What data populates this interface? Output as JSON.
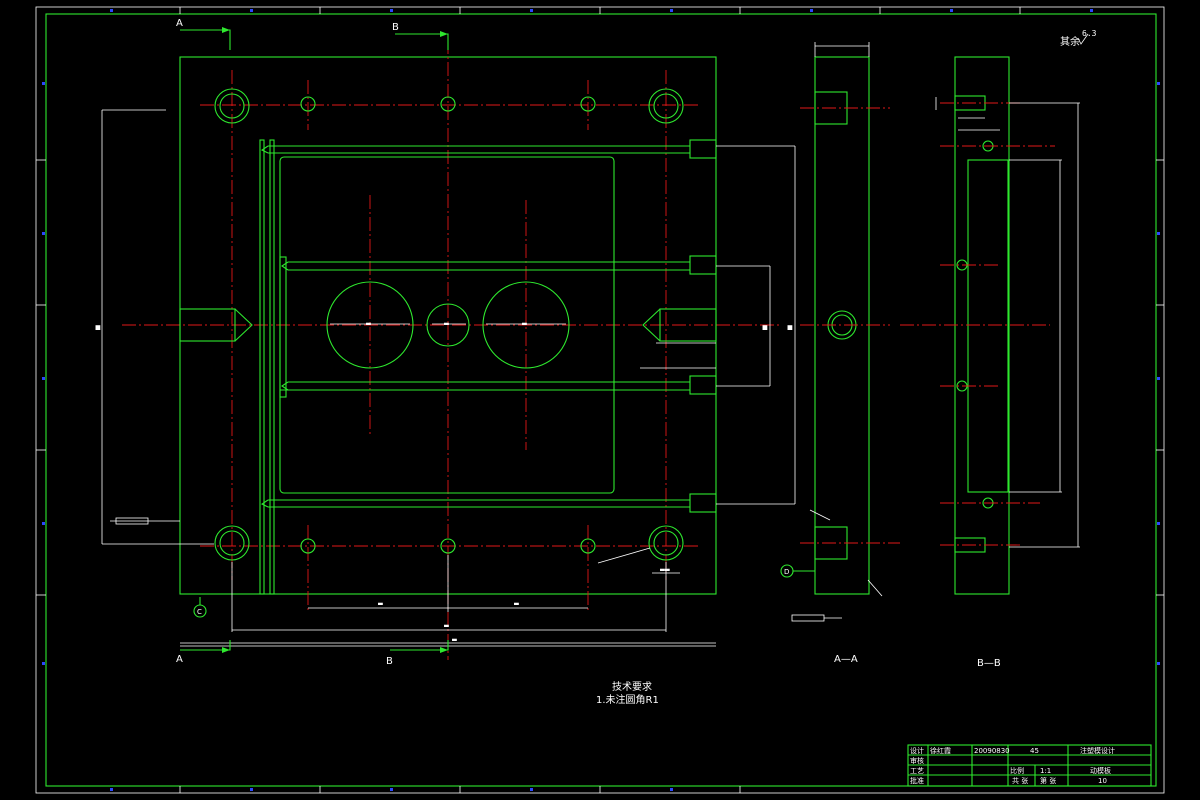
{
  "drawing": {
    "section_a_label": "A",
    "section_b_label": "B",
    "section_c_label": "C",
    "section_d_label": "D",
    "view_a_label": "A—A",
    "view_b_label": "B—B",
    "roughness_note": "其余",
    "roughness_value": "6.3",
    "notes_title": "技术要求",
    "notes_line1": "1.未注圆角R1"
  },
  "title_block": {
    "row1": [
      "设计",
      "徐红霞",
      "20090830",
      "45",
      "注塑模设计"
    ],
    "row2": [
      "审核",
      "",
      "",
      "",
      ""
    ],
    "row3": [
      "工艺",
      "",
      "比例",
      "1:1",
      "动模板"
    ],
    "row4": [
      "批准",
      "",
      "共 张",
      "第 张",
      "10"
    ]
  },
  "colors": {
    "outline": "#2ee82e",
    "centerline": "#e01818",
    "dimension": "#ffffff",
    "marker": "#2a47ff",
    "background": "#000000"
  }
}
